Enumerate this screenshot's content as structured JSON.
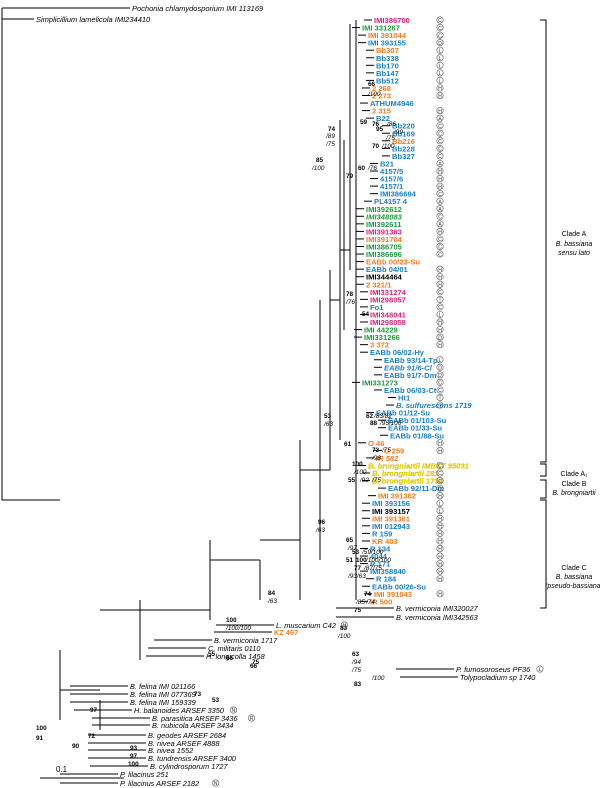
{
  "colors": {
    "black": "#000000",
    "blue": "#1a7fc6",
    "orange": "#f07c1e",
    "green": "#1e9a3c",
    "magenta": "#d6247a",
    "yellow": "#f2e300",
    "olive": "#8a7a10"
  },
  "outgroup": [
    {
      "text": "Pochonia chlamydosporium IMI 113169"
    },
    {
      "text": "Simplicillium lamelicola IMI234410"
    }
  ],
  "taxa": [
    {
      "label": "IMI386700",
      "color": "magenta",
      "host": "C"
    },
    {
      "label": "IMI 331267",
      "color": "green",
      "host": "C"
    },
    {
      "label": "IMI 391044",
      "color": "orange",
      "host": "C"
    },
    {
      "label": "IMI 393155",
      "color": "blue",
      "host": "D"
    },
    {
      "label": "Bb307",
      "color": "orange",
      "host": "L"
    },
    {
      "label": "Bb338",
      "color": "blue",
      "host": "L"
    },
    {
      "label": "Bb170",
      "color": "blue",
      "host": "L"
    },
    {
      "label": "Bb147",
      "color": "blue",
      "host": "L"
    },
    {
      "label": "Bb512",
      "color": "blue",
      "host": "L"
    },
    {
      "label": "2 268",
      "color": "orange",
      "host": "H"
    },
    {
      "label": "2 273",
      "color": "orange",
      "host": "H"
    },
    {
      "label": "ATHUM4946",
      "color": "blue",
      "host": ""
    },
    {
      "label": "2 315",
      "color": "orange",
      "host": "H"
    },
    {
      "label": "B22",
      "color": "blue",
      "host": "A"
    },
    {
      "label": "Bb220",
      "color": "blue",
      "host": "C"
    },
    {
      "label": "Bb169",
      "color": "blue",
      "host": "C"
    },
    {
      "label": "Bb216",
      "color": "orange",
      "host": "C"
    },
    {
      "label": "Bb228",
      "color": "blue",
      "host": "C"
    },
    {
      "label": "Bb327",
      "color": "blue",
      "host": "C"
    },
    {
      "label": "B21",
      "color": "blue",
      "host": "A"
    },
    {
      "label": "4157/5",
      "color": "blue",
      "host": "H"
    },
    {
      "label": "4157/6",
      "color": "blue",
      "host": "H"
    },
    {
      "label": "4157/1",
      "color": "blue",
      "host": "H"
    },
    {
      "label": "IMI386694",
      "color": "blue",
      "host": "C"
    },
    {
      "label": "PL4157 4",
      "color": "blue",
      "host": "A"
    },
    {
      "label": "IMI392612",
      "color": "green",
      "host": "A"
    },
    {
      "label": "IMI348083",
      "color": "green",
      "host": "C"
    },
    {
      "label": "IMI392611",
      "color": "green",
      "host": "A"
    },
    {
      "label": "IMI391363",
      "color": "magenta",
      "host": "H"
    },
    {
      "label": "IMI391704",
      "color": "orange",
      "host": "C"
    },
    {
      "label": "IMI386705",
      "color": "green",
      "host": "C"
    },
    {
      "label": "IMI386696",
      "color": "green",
      "host": "C"
    },
    {
      "label": "EABb 00/23-Su",
      "color": "orange",
      "host": ""
    },
    {
      "label": "EABb 04/01",
      "color": "blue",
      "host": "H"
    },
    {
      "label": "IMI344464",
      "color": "black",
      "host": "H"
    },
    {
      "label": "2 321/1",
      "color": "orange",
      "host": "H"
    },
    {
      "label": "IMI331274",
      "color": "magenta",
      "host": "C"
    },
    {
      "label": "IMI298057",
      "color": "magenta",
      "host": "T"
    },
    {
      "label": "Fo1",
      "color": "blue",
      "host": "C"
    },
    {
      "label": "IMI348041",
      "color": "magenta",
      "host": "L"
    },
    {
      "label": "IMI298058",
      "color": "magenta",
      "host": "H"
    },
    {
      "label": "IMI 44229",
      "color": "green",
      "host": "H"
    },
    {
      "label": "IMI331266",
      "color": "green",
      "host": "D"
    },
    {
      "label": "3 372",
      "color": "orange",
      "host": "H"
    },
    {
      "label": "EABb 06/02-Hy",
      "color": "blue",
      "host": ""
    },
    {
      "label": "EABb 93/14-Tp",
      "color": "blue",
      "host": "L"
    },
    {
      "label": "EABb 91/6-Cl",
      "color": "blue",
      "host": "D"
    },
    {
      "label": "EABb 91/7-Dm",
      "color": "blue",
      "host": "D"
    },
    {
      "label": "IMI331273",
      "color": "green",
      "host": "C"
    },
    {
      "label": "EABb 06/03-Ct",
      "color": "blue",
      "host": "C"
    },
    {
      "label": "Ht1",
      "color": "blue",
      "host": "T"
    },
    {
      "label": "B. sulfurescens 1719",
      "color": "blue",
      "host": "?"
    },
    {
      "label": "EABb 01/12-Su",
      "color": "blue",
      "host": ""
    },
    {
      "label": "EABb 01/103-Su",
      "color": "blue",
      "host": ""
    },
    {
      "label": "EABb 01/33-Su",
      "color": "blue",
      "host": ""
    },
    {
      "label": "EABb 01/88-Su",
      "color": "blue",
      "host": ""
    },
    {
      "label": "O 46",
      "color": "orange",
      "host": "H"
    },
    {
      "label": "U 259",
      "color": "orange",
      "host": "H"
    },
    {
      "label": "IR 582",
      "color": "orange",
      "host": ""
    },
    {
      "label": "B. brongniartii IMBST 95031",
      "color": "yellow",
      "host": "C"
    },
    {
      "label": "B. brongniartii 281",
      "color": "yellow",
      "host": "C"
    },
    {
      "label": "B. brongniartii 1734",
      "color": "yellow",
      "host": "C"
    },
    {
      "label": "EABb 92/11-Dm",
      "color": "blue",
      "host": "D"
    },
    {
      "label": "IMI 391362",
      "color": "orange",
      "host": "H"
    },
    {
      "label": "IMI 393156",
      "color": "blue",
      "host": "L"
    },
    {
      "label": "IMI 393157",
      "color": "black",
      "host": "L"
    },
    {
      "label": "IMI 391361",
      "color": "orange",
      "host": "H"
    },
    {
      "label": "IMI 012943",
      "color": "blue",
      "host": "H"
    },
    {
      "label": "R 159",
      "color": "blue",
      "host": "H"
    },
    {
      "label": "KR 403",
      "color": "orange",
      "host": "H"
    },
    {
      "label": "R 134",
      "color": "blue",
      "host": "H"
    },
    {
      "label": "4044",
      "color": "blue",
      "host": "H"
    },
    {
      "label": "R 171",
      "color": "blue",
      "host": "H"
    },
    {
      "label": "IMI358840",
      "color": "blue",
      "host": "H"
    },
    {
      "label": "R 184",
      "color": "blue",
      "host": "H"
    },
    {
      "label": "EABb 00/26-Su",
      "color": "blue",
      "host": ""
    },
    {
      "label": "IMI 391043",
      "color": "orange",
      "host": "H"
    },
    {
      "label": "IR 500",
      "color": "orange",
      "host": ""
    }
  ],
  "lower_taxa": [
    {
      "label": "B. vermiconia IMI320027",
      "host": ""
    },
    {
      "label": "B. vermiconia IMI342563",
      "host": ""
    },
    {
      "label": "L. muscarium C42",
      "host": "H"
    },
    {
      "label": "KZ 467",
      "host": ""
    },
    {
      "label": "B. vermiconia 1717",
      "host": ""
    },
    {
      "label": "C. militaris 0110",
      "host": ""
    },
    {
      "label": "H. longicolla 1458",
      "host": ""
    },
    {
      "label": "P. fumosoroseus PF36",
      "host": "L"
    },
    {
      "label": "Tolypocladium sp 1740",
      "host": ""
    },
    {
      "label": "B. felina IMI 021166",
      "host": ""
    },
    {
      "label": "B. felina IMI 077369",
      "host": ""
    },
    {
      "label": "B. felina IMI 159339",
      "host": ""
    },
    {
      "label": "H. balanoides ARSEF 3350",
      "host": "N"
    },
    {
      "label": "B. parasitica ARSEF 3436",
      "host": "R"
    },
    {
      "label": "B. nubicola ARSEF 3434",
      "host": ""
    },
    {
      "label": "B. geodes ARSEF 2684",
      "host": ""
    },
    {
      "label": "B. nivea ARSEF 4888",
      "host": ""
    },
    {
      "label": "B. nivea 1552",
      "host": ""
    },
    {
      "label": "B. tundrensis ARSEF 3400",
      "host": ""
    },
    {
      "label": "B. cylindrosporum 1727",
      "host": ""
    },
    {
      "label": "P. lilacinus 251",
      "host": ""
    },
    {
      "label": "P. lilacinus ARSEF 2182",
      "host": "N"
    }
  ],
  "support_values": [
    "74",
    "/89",
    "/75",
    "85",
    "/100",
    "66",
    "/100",
    "59",
    "76",
    "/86",
    "95",
    "/99",
    "/75",
    "70",
    "/100",
    "60",
    "/76",
    "79",
    "78",
    "/76",
    "54",
    "53",
    "/63",
    "62",
    "/83/82",
    "88",
    "/95/100",
    "61",
    "73",
    "/98",
    "/75",
    "100",
    "/100",
    "55",
    "/92",
    "/75",
    "96",
    "/63",
    "65",
    "/97",
    "53",
    "/59/100",
    "51",
    "100",
    "/100/100",
    "77",
    "/87/75",
    "/93/63",
    "84",
    "/63",
    "74",
    "/85",
    "/74",
    "75",
    "83",
    "/100",
    "63",
    "/94",
    "/75",
    "/100",
    "83",
    "100",
    "/100/100",
    "55",
    "66",
    "75",
    "66",
    "73",
    "53",
    "97",
    "100",
    "72",
    "90",
    "91",
    "93",
    "97",
    "100"
  ],
  "clades": [
    {
      "name": "Clade A",
      "sub": "B. bassiana sensu lato"
    },
    {
      "name": "Clade A₁",
      "sub": ""
    },
    {
      "name": "Clade B",
      "sub": "B. brongniartii"
    },
    {
      "name": "Clade C",
      "sub": "B. bassiana “pseudo-bassiana”"
    }
  ],
  "scale_bar": {
    "label": "0.1"
  }
}
